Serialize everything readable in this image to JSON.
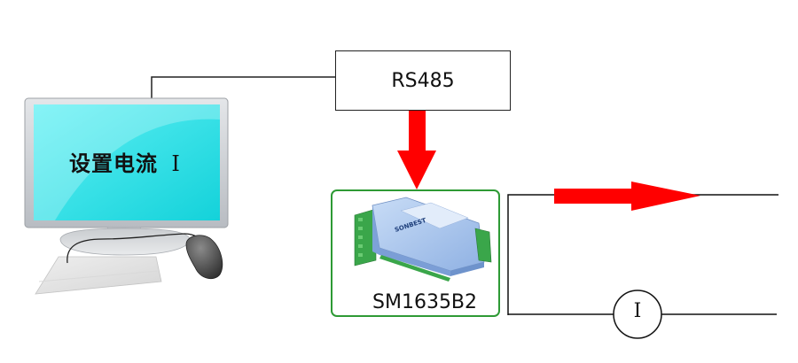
{
  "diagram": {
    "rs485_label": "RS485",
    "screen_text": "设置电流",
    "screen_symbol": "I",
    "module_name": "SM1635B2",
    "meter_symbol": "I",
    "device_face_text": "SONBEST",
    "colors": {
      "arrow": "#ff0000",
      "module_border": "#2e9a35",
      "screen": "#27e0e6",
      "monitor_bezel": "#cfd2d6",
      "device_body": "#a9c6ee",
      "terminal": "#3aa64a"
    }
  }
}
